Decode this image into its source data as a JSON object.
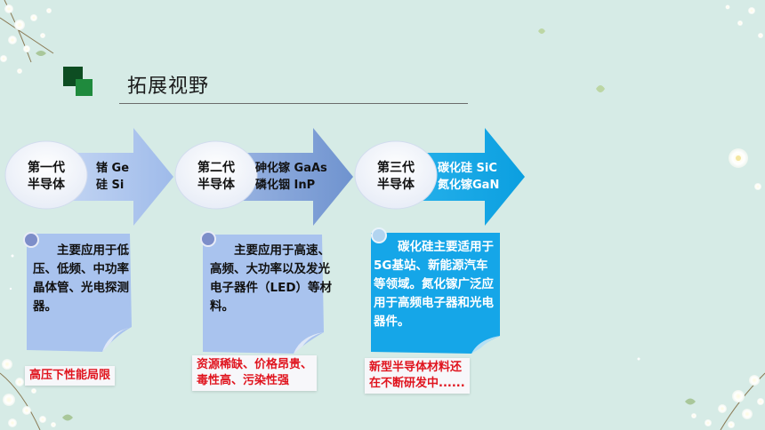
{
  "slide": {
    "title": "拓展视野",
    "generations": [
      {
        "name_line1": "第一代",
        "name_line2": "半导体",
        "material_line1": "锗 Ge",
        "material_line2": "硅 Si",
        "application": "主要应用于低压、低频、中功率晶体管、光电探测器。",
        "drawback": "高压下性能局限"
      },
      {
        "name_line1": "第二代",
        "name_line2": "半导体",
        "material_line1": "砷化镓 GaAs",
        "material_line2": "磷化铟 InP",
        "application": "主要应用于高速、高频、大功率以及发光电子器件（LED）等材料。",
        "drawback_line1": "资源稀缺、价格昂贵、",
        "drawback_line2": "毒性高、污染性强"
      },
      {
        "name_line1": "第三代",
        "name_line2": "半导体",
        "material_line1": "碳化硅 SiC",
        "material_line2": "氮化镓GaN",
        "application": "碳化硅主要适用于5G基站、新能源汽车等领域。氮化镓广泛应用于高频电子器和光电器件。",
        "drawback_line1": "新型半导体材料还",
        "drawback_line2": "在不断研发中......"
      }
    ]
  },
  "colors": {
    "background": "#d6ebe6",
    "gen1_arrow": "#a9c4ee",
    "gen2_arrow": "#7e9fd6",
    "gen3_arrow": "#11a6e6",
    "note_paper": "#a8c2ed",
    "note_blue": "#15a6e8",
    "drawback_red": "#e0141e",
    "title_square": "#0d4d22"
  }
}
